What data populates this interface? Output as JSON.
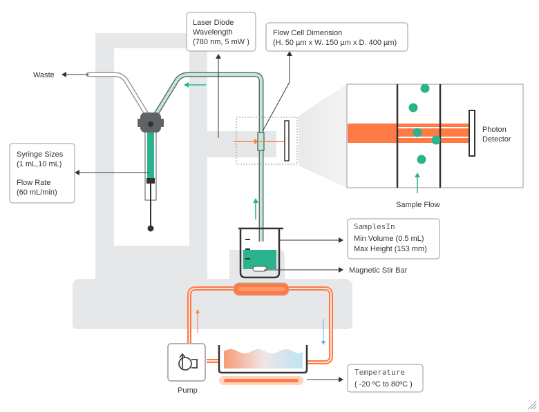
{
  "labels": {
    "waste": "Waste",
    "laser_line1": "Laser Diode",
    "laser_line2": "Wavelength",
    "laser_line3": "(780 nm, 5 mW )",
    "flowcell_line1": "Flow Cell Dimension",
    "flowcell_line2": "(H. 50 µm x W. 150 µm x D. 400 µm)",
    "syringe_line1": "Syringe Sizes",
    "syringe_line2": "(1 mL,10 mL)",
    "flowrate_line1": "Flow Rate",
    "flowrate_line2": "(60 mL/min)",
    "photon_line1": "Photon",
    "photon_line2": "Detector",
    "sample_flow": "Sample Flow",
    "samplesin_title": "SamplesIn",
    "samplesin_line1": "Min Volume (0.5 mL)",
    "samplesin_line2": "Max Height (153 mm)",
    "stir_bar": "Magnetic Stir Bar",
    "temperature_title": "Temperature",
    "temperature_range": "( -20 ºC to 80ºC )",
    "pump": "Pump"
  },
  "colors": {
    "teal": "#2bb38e",
    "orange": "#ff7a45",
    "light_orange": "#ffd3bd",
    "light_blue": "#5ab4e8",
    "stand_gray": "#e6e7e8",
    "line_dark": "#333333"
  },
  "icons": {
    "pump": "pump-icon",
    "valve": "valve-icon"
  }
}
